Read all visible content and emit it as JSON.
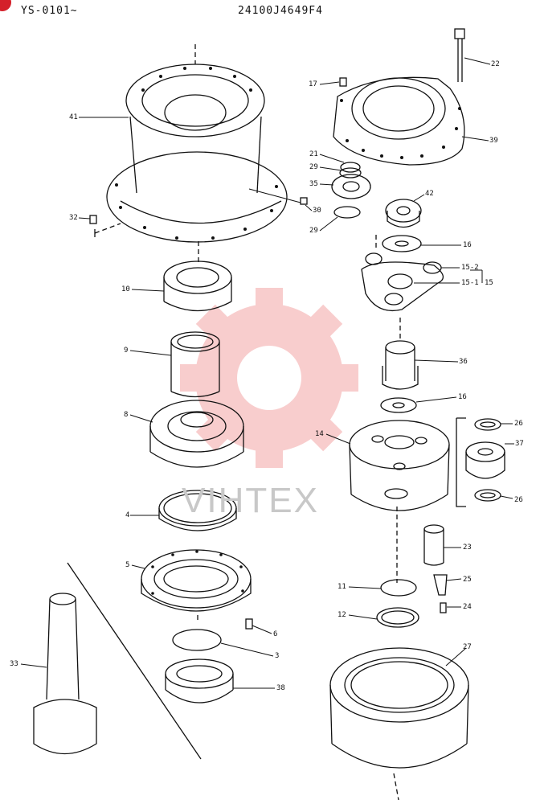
{
  "header": {
    "left": "YS-0101~",
    "right": "24100J4649F4"
  },
  "watermark": {
    "text": "VIHTEX",
    "color": "#f08a8a"
  },
  "parts": [
    {
      "id": "p22",
      "label": "22"
    },
    {
      "id": "p17",
      "label": "17"
    },
    {
      "id": "p39",
      "label": "39"
    },
    {
      "id": "p41",
      "label": "41"
    },
    {
      "id": "p21",
      "label": "21"
    },
    {
      "id": "p29a",
      "label": "29"
    },
    {
      "id": "p35",
      "label": "35"
    },
    {
      "id": "p30",
      "label": "30"
    },
    {
      "id": "p42",
      "label": "42"
    },
    {
      "id": "p32a",
      "label": "32"
    },
    {
      "id": "p29b",
      "label": "29"
    },
    {
      "id": "p16a",
      "label": "16"
    },
    {
      "id": "p15_2",
      "label": "15-2"
    },
    {
      "id": "p15_1",
      "label": "15-1"
    },
    {
      "id": "p15",
      "label": "15"
    },
    {
      "id": "p10",
      "label": "10"
    },
    {
      "id": "p9",
      "label": "9"
    },
    {
      "id": "p36",
      "label": "36"
    },
    {
      "id": "p16b",
      "label": "16"
    },
    {
      "id": "p8",
      "label": "8"
    },
    {
      "id": "p26a",
      "label": "26"
    },
    {
      "id": "p14",
      "label": "14"
    },
    {
      "id": "p37",
      "label": "37"
    },
    {
      "id": "p26b",
      "label": "26"
    },
    {
      "id": "p4",
      "label": "4"
    },
    {
      "id": "p23",
      "label": "23"
    },
    {
      "id": "p5",
      "label": "5"
    },
    {
      "id": "p25",
      "label": "25"
    },
    {
      "id": "p11",
      "label": "11"
    },
    {
      "id": "p24",
      "label": "24"
    },
    {
      "id": "p12",
      "label": "12"
    },
    {
      "id": "p6",
      "label": "6"
    },
    {
      "id": "p27",
      "label": "27"
    },
    {
      "id": "p3",
      "label": "3"
    },
    {
      "id": "p33",
      "label": "33"
    },
    {
      "id": "p38",
      "label": "38"
    }
  ]
}
